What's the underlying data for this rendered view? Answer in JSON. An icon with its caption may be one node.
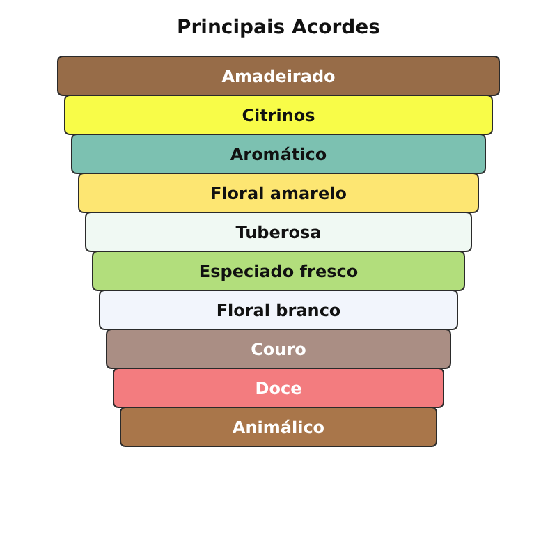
{
  "diagram": {
    "title": "Principais Acordes",
    "nodes": [
      {
        "text": [
          "Amadeirado"
        ]
      },
      {
        "text": [
          "Citrinos"
        ]
      },
      {
        "text": [
          "Aromático"
        ]
      },
      {
        "text": [
          "Floral amarelo"
        ]
      },
      {
        "text": [
          "Tuberosa"
        ]
      },
      {
        "text": [
          "Especiado fresco"
        ]
      },
      {
        "text": [
          "Floral branco"
        ]
      },
      {
        "text": [
          "Couro"
        ]
      },
      {
        "text": [
          "Doce"
        ]
      },
      {
        "text": [
          "Animálico"
        ]
      }
    ]
  }
}
